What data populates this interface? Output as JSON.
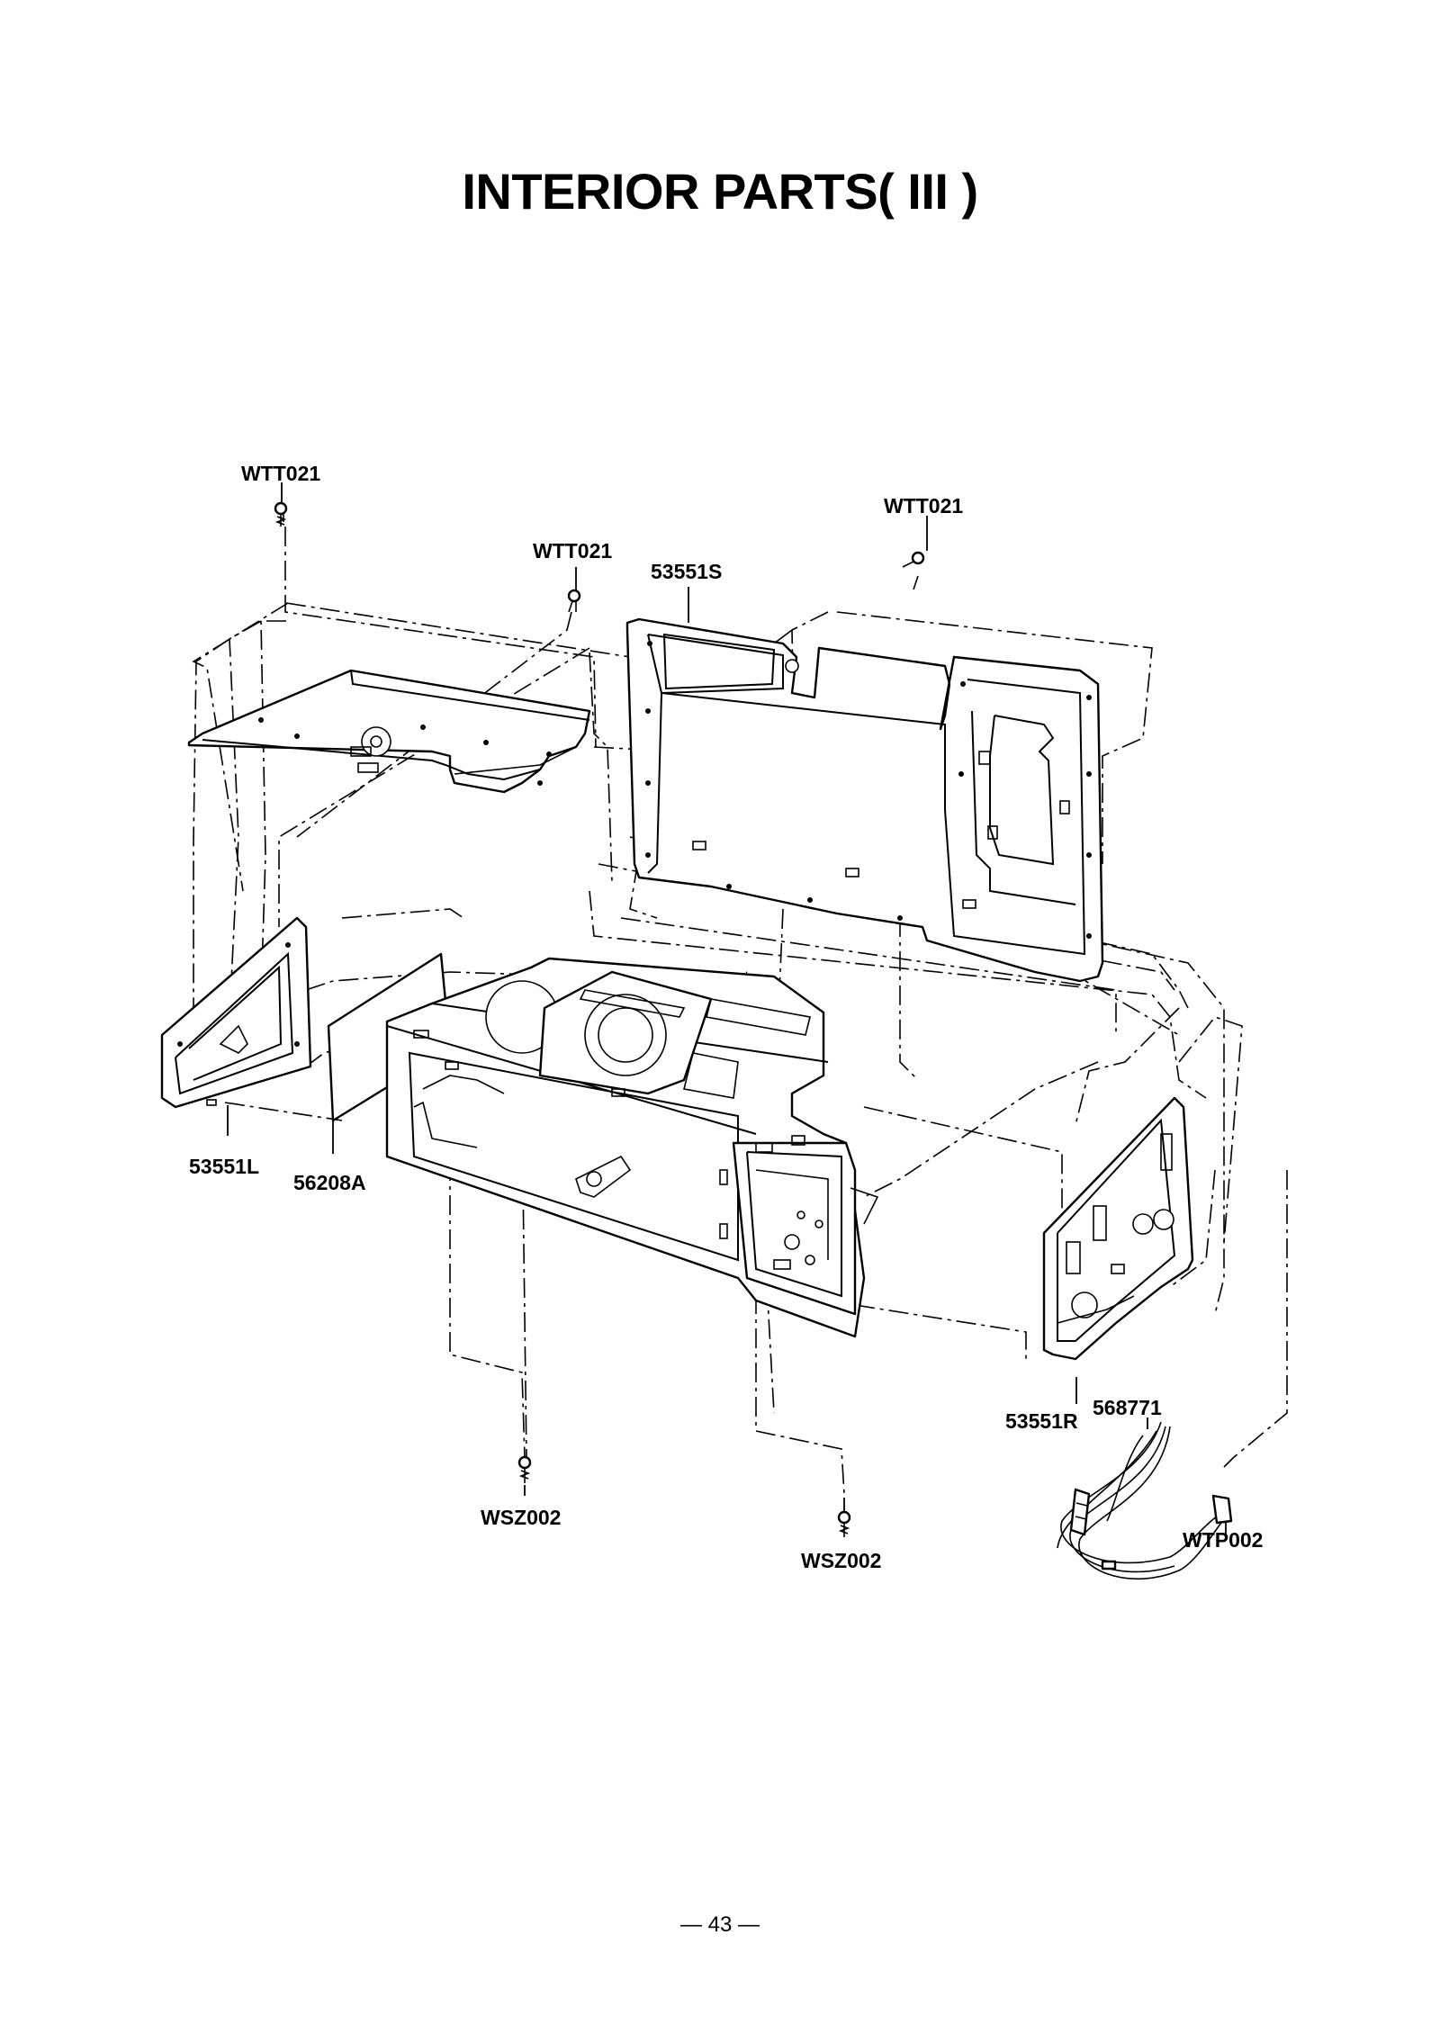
{
  "title": "INTERIOR PARTS( III )",
  "page_number": "— 43 —",
  "labels": {
    "wtt021_left": "WTT021",
    "wtt021_mid": "WTT021",
    "wtt021_right": "WTT021",
    "p53551s": "53551S",
    "p53551l": "53551L",
    "p56208a": "56208A",
    "p53551r": "53551R",
    "p568771": "568771",
    "wsz002_left": "WSZ002",
    "wsz002_right": "WSZ002",
    "wtp002": "WTP002"
  }
}
